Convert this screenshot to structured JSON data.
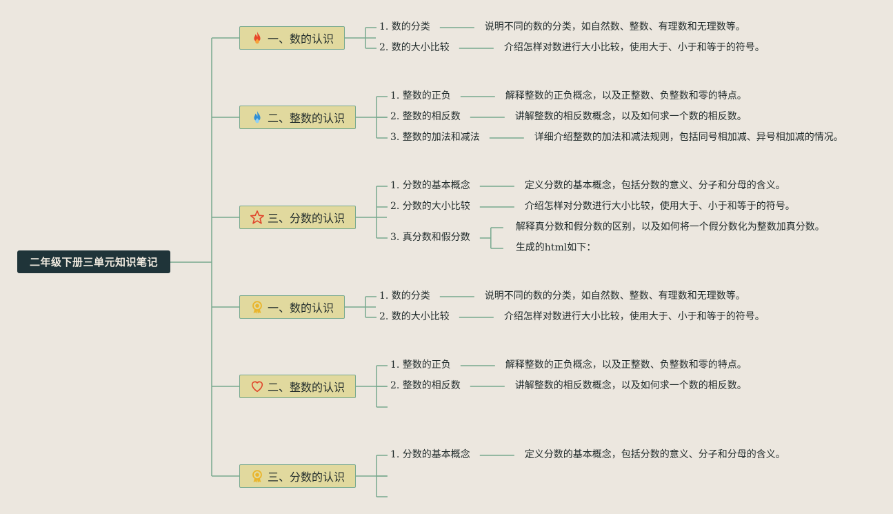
{
  "root": {
    "title": "二年级下册三单元知识笔记"
  },
  "branches": [
    {
      "label": "一、数的认识",
      "icon": "fire-icon",
      "subs": [
        {
          "label": "1. 数的分类",
          "leaves": [
            "说明不同的数的分类，如自然数、整数、有理数和无理数等。"
          ]
        },
        {
          "label": "2. 数的大小比较",
          "leaves": [
            "介绍怎样对数进行大小比较，使用大于、小于和等于的符号。"
          ]
        }
      ]
    },
    {
      "label": "二、整数的认识",
      "icon": "blue-flame-icon",
      "subs": [
        {
          "label": "1. 整数的正负",
          "leaves": [
            "解释整数的正负概念，以及正整数、负整数和零的特点。"
          ]
        },
        {
          "label": "2. 整数的相反数",
          "leaves": [
            "讲解整数的相反数概念，以及如何求一个数的相反数。"
          ]
        },
        {
          "label": "3. 整数的加法和减法",
          "leaves": [
            "详细介绍整数的加法和减法规则，包括同号相加减、异号相加减的情况。"
          ]
        }
      ]
    },
    {
      "label": "三、分数的认识",
      "icon": "star-icon",
      "subs": [
        {
          "label": "1. 分数的基本概念",
          "leaves": [
            "定义分数的基本概念，包括分数的意义、分子和分母的含义。"
          ]
        },
        {
          "label": "2. 分数的大小比较",
          "leaves": [
            "介绍怎样对分数进行大小比较，使用大于、小于和等于的符号。"
          ]
        },
        {
          "label": "3. 真分数和假分数",
          "leaves": [
            "解释真分数和假分数的区别，以及如何将一个假分数化为整数加真分数。",
            "生成的html如下："
          ]
        }
      ]
    },
    {
      "label": "一、数的认识",
      "icon": "medal-icon",
      "subs": [
        {
          "label": "1. 数的分类",
          "leaves": [
            "说明不同的数的分类，如自然数、整数、有理数和无理数等。"
          ]
        },
        {
          "label": "2. 数的大小比较",
          "leaves": [
            "介绍怎样对数进行大小比较，使用大于、小于和等于的符号。"
          ]
        }
      ]
    },
    {
      "label": "二、整数的认识",
      "icon": "heart-icon",
      "subs": [
        {
          "label": "1. 整数的正负",
          "leaves": [
            "解释整数的正负概念，以及正整数、负整数和零的特点。"
          ]
        },
        {
          "label": "2. 整数的相反数",
          "leaves": [
            "讲解整数的相反数概念，以及如何求一个数的相反数。"
          ]
        },
        {
          "label": "",
          "leaves": []
        }
      ]
    },
    {
      "label": "三、分数的认识",
      "icon": "medal-icon",
      "subs": [
        {
          "label": "1. 分数的基本概念",
          "leaves": [
            "定义分数的基本概念，包括分数的意义、分子和分母的含义。"
          ]
        },
        {
          "label": "",
          "leaves": []
        },
        {
          "label": "",
          "leaves": []
        }
      ]
    }
  ],
  "colors": {
    "line": "#77a98e",
    "branch_fill": "#e1d99e",
    "root_fill": "#1f3439"
  }
}
